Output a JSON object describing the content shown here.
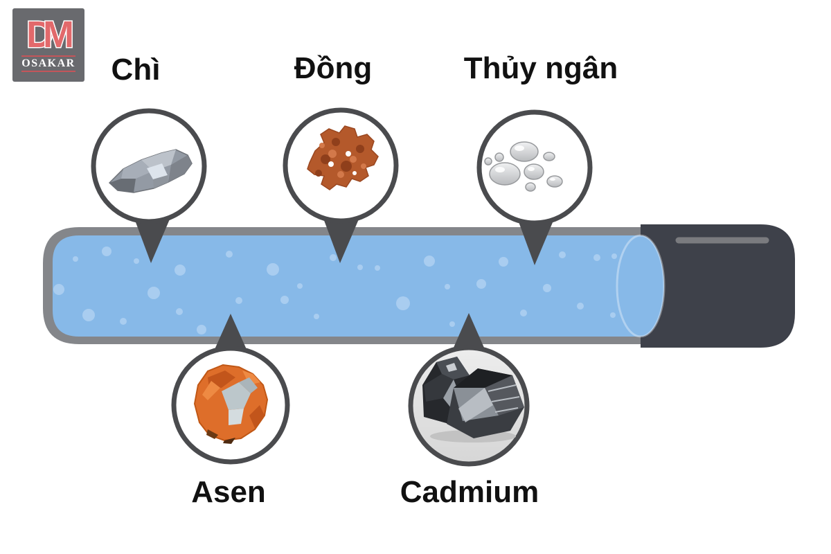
{
  "logo": {
    "monogram": "DM",
    "monogram_d": "D",
    "monogram_m": "M",
    "brand": "OSAKAR",
    "colors": {
      "background": "#696A6E",
      "monogram": "#E2696B",
      "brand_text": "#FFFFFF",
      "rule": "#C4555A"
    }
  },
  "diagram": {
    "callouts": [
      {
        "id": "lead",
        "label": "Chì",
        "icon": "lead-nugget-photo",
        "side": "top"
      },
      {
        "id": "copper",
        "label": "Đồng",
        "icon": "copper-nugget-photo",
        "side": "top"
      },
      {
        "id": "mercury",
        "label": "Thủy ngân",
        "icon": "mercury-droplets-photo",
        "side": "top"
      },
      {
        "id": "arsenic",
        "label": "Asen",
        "icon": "arsenic-mineral-photo",
        "side": "bottom"
      },
      {
        "id": "cadmium",
        "label": "Cadmium",
        "icon": "cadmium-chunks-photo",
        "side": "bottom"
      }
    ],
    "colors": {
      "water": "#87B9E8",
      "bubbles": "#A9CDF0",
      "pipe_border": "#84868A",
      "pipe_end": "#3E414A",
      "pipe_end_highlight": "#7A7B7F",
      "callout_border": "#4A4B4E",
      "callout_fill": "#FFFFFF",
      "label_text": "#111111"
    }
  }
}
